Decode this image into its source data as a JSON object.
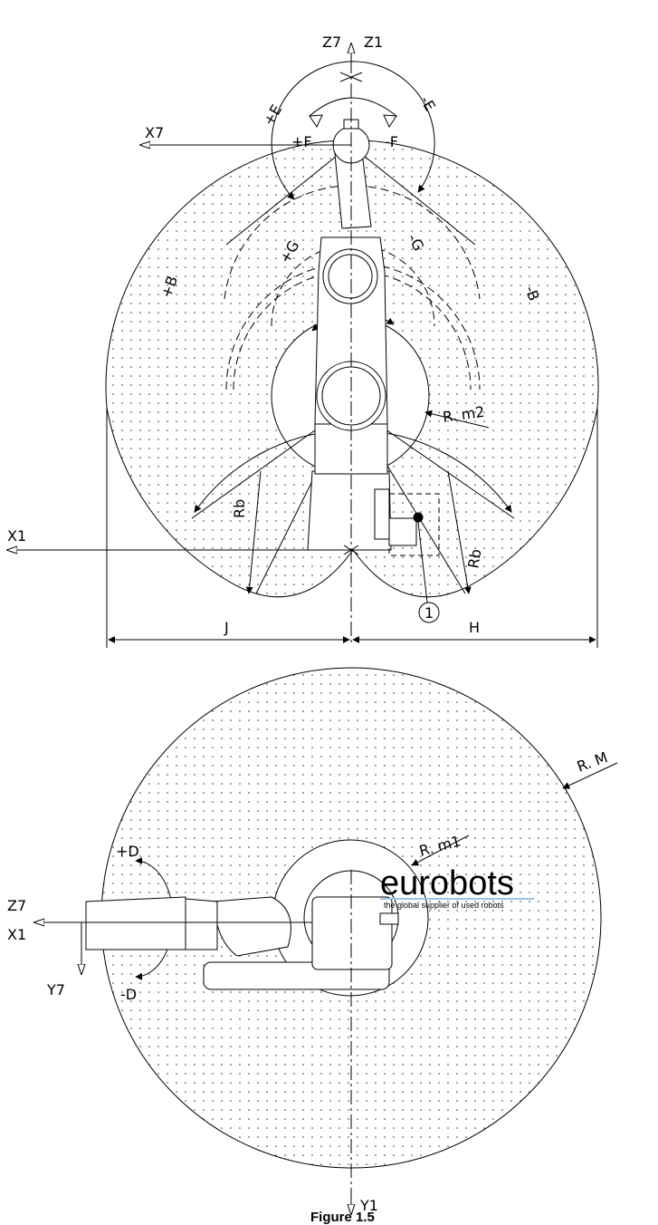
{
  "side_view": {
    "axes": {
      "z7": "Z7",
      "z1": "Z1",
      "x7": "X7",
      "x1": "X1"
    },
    "rotations": {
      "plus_e": "+E",
      "minus_e": "-E",
      "plus_f": "+F",
      "minus_f": "-F",
      "plus_g": "+G",
      "minus_g": "-G",
      "plus_b": "+B",
      "minus_b": "-B"
    },
    "radii": {
      "rm2": "R. m2",
      "rb_left": "Rb",
      "rb_right": "Rb"
    },
    "dimensions": {
      "j": "J",
      "h": "H"
    },
    "callout": "1"
  },
  "top_view": {
    "radii": {
      "rM": "R. M",
      "rm1": "R. m1"
    },
    "rotations": {
      "plus_d": "+D",
      "minus_d": "-D"
    },
    "axes": {
      "z7": "Z7",
      "x1": "X1",
      "y7": "Y7",
      "y1": "Y1"
    }
  },
  "watermark": {
    "brand": "eurobots",
    "tagline": "the global supplier of used robots"
  },
  "caption": "Figure 1.5",
  "colors": {
    "line": "#000000",
    "watermark": "#8d97a8",
    "watermark_accent": "#9fc2e6"
  }
}
